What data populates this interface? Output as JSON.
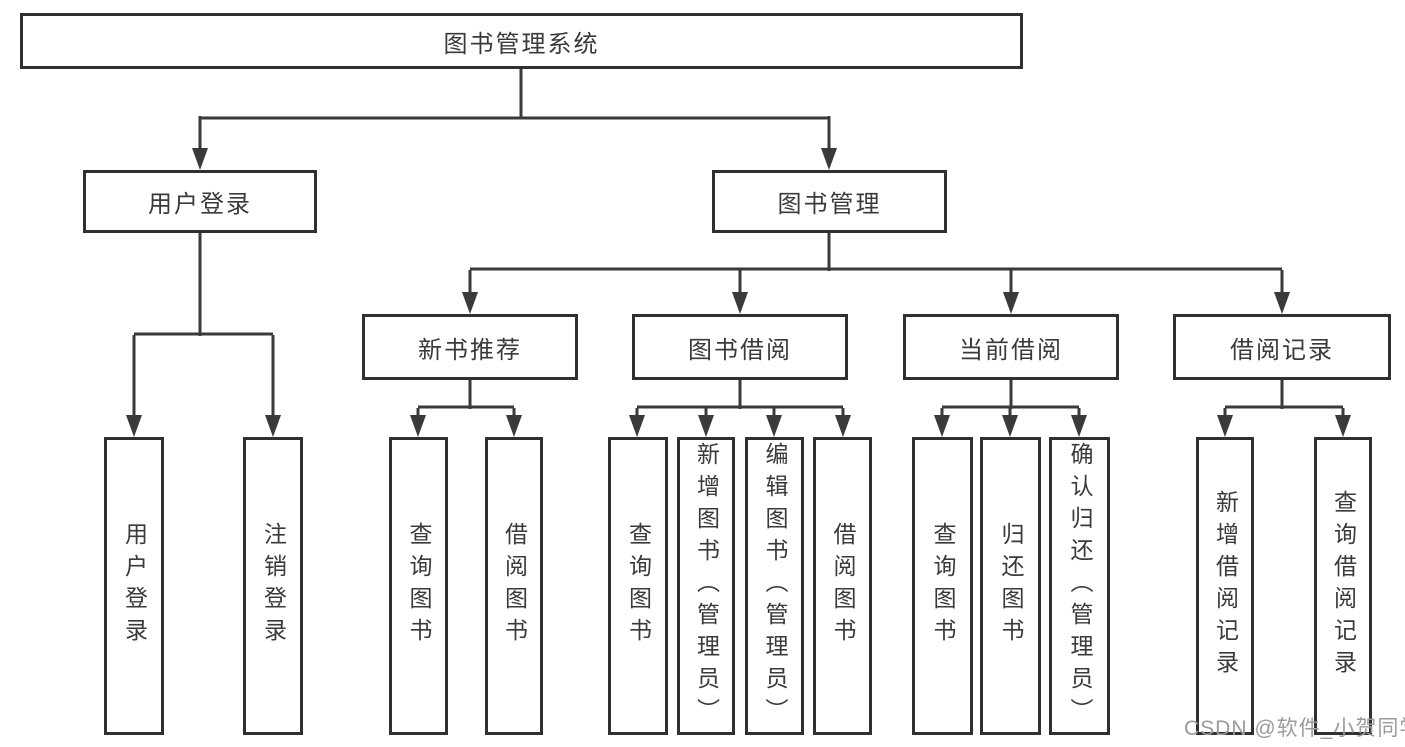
{
  "nodes": {
    "root": {
      "label": "图书管理系统"
    },
    "user_login": {
      "label": "用户登录"
    },
    "book_management": {
      "label": "图书管理"
    },
    "new_book_recommend": {
      "label": "新书推荐"
    },
    "book_borrow": {
      "label": "图书借阅"
    },
    "current_borrow": {
      "label": "当前借阅"
    },
    "borrow_record": {
      "label": "借阅记录"
    },
    "leaf_user_login": {
      "label": "用户登录"
    },
    "leaf_logout": {
      "label": "注销登录"
    },
    "leaf_nb_query_book": {
      "label": "查询图书"
    },
    "leaf_nb_borrow_book": {
      "label": "借阅图书"
    },
    "leaf_bb_query_book": {
      "label": "查询图书"
    },
    "leaf_bb_add_book": {
      "label": "新增图书（管理员）"
    },
    "leaf_bb_edit_book": {
      "label": "编辑图书（管理员）"
    },
    "leaf_bb_borrow_book": {
      "label": "借阅图书"
    },
    "leaf_cb_query_book": {
      "label": "查询图书"
    },
    "leaf_cb_return_book": {
      "label": "归还图书"
    },
    "leaf_cb_confirm_return": {
      "label": "确认归还（管理员）"
    },
    "leaf_br_add_record": {
      "label": "新增借阅记录"
    },
    "leaf_br_query_record": {
      "label": "查询借阅记录"
    }
  },
  "watermark": {
    "text": "CSDN @软件_小贺同学"
  },
  "colors": {
    "line": "#3a3a3a",
    "box_border": "#303030",
    "text": "#3a3a3a",
    "background": "#ffffff",
    "watermark": "#9b9b9b"
  }
}
